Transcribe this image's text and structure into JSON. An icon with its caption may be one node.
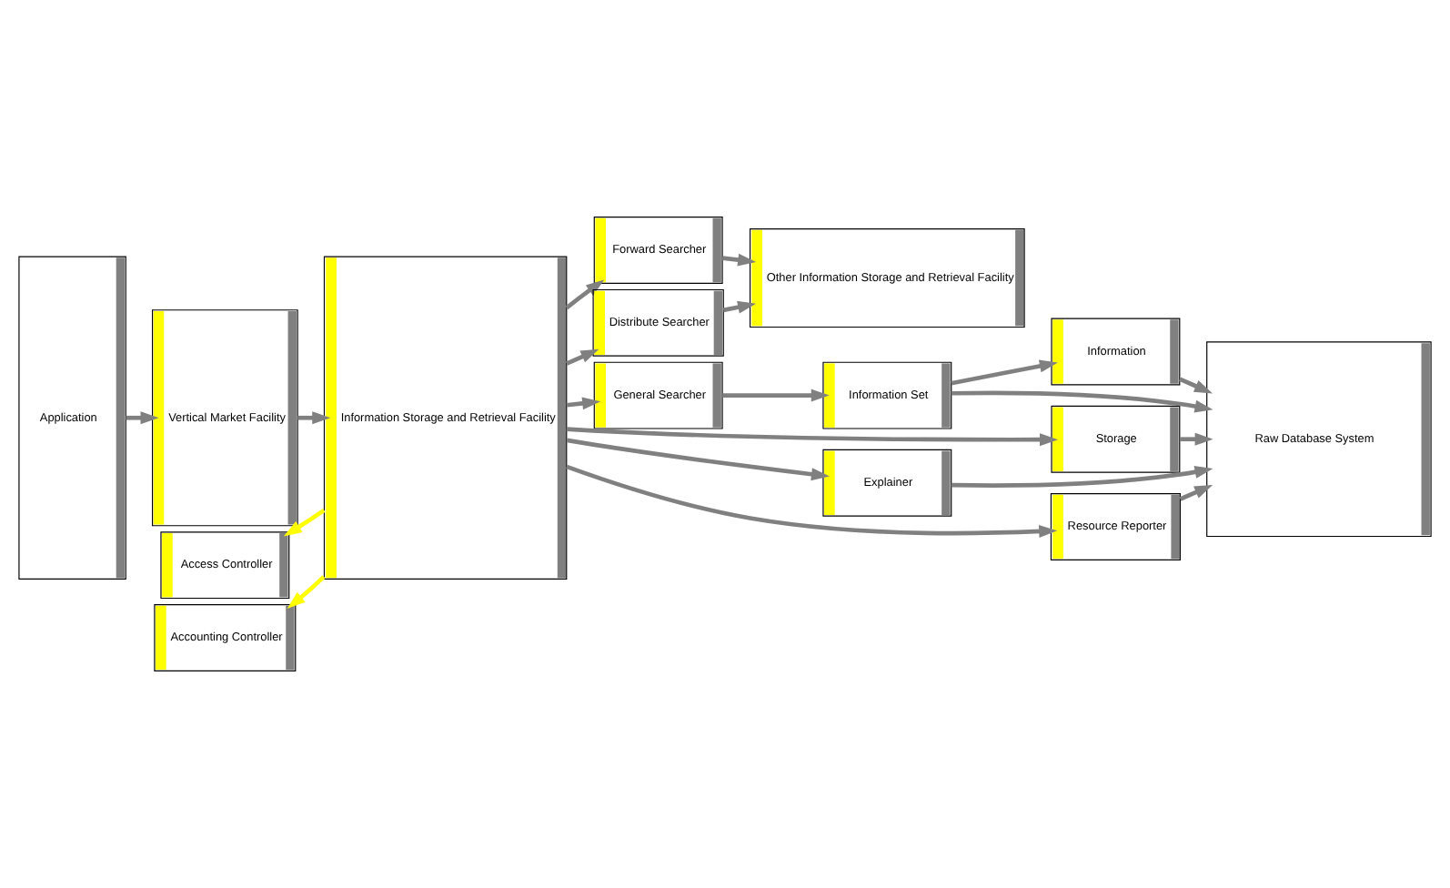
{
  "diagram": {
    "nodes": [
      {
        "text": [
          "Application"
        ]
      },
      {
        "text": [
          "Access Controller"
        ]
      },
      {
        "text": [
          "Accounting Controller"
        ]
      },
      {
        "text": [
          "Vertical Market Facility"
        ]
      },
      {
        "text": [
          "Information Storage and Retrieval Facility"
        ]
      },
      {
        "text": [
          "Forward Searcher"
        ]
      },
      {
        "text": [
          "Distribute Searcher"
        ]
      },
      {
        "text": [
          "General Searcher"
        ]
      },
      {
        "text": [
          "Storage"
        ]
      },
      {
        "text": [
          "Explainer"
        ]
      },
      {
        "text": [
          "Resource Reporter"
        ]
      },
      {
        "text": [
          "Other Information Storage and Retrieval Facility"
        ]
      },
      {
        "text": [
          "Information Set"
        ]
      },
      {
        "text": [
          "Information"
        ]
      },
      {
        "text": [
          "Raw Database System"
        ]
      }
    ],
    "edges": [
      {
        "from": 0,
        "to": 3,
        "arrow": "to"
      },
      {
        "from": 4,
        "to": 1,
        "arrow": "to",
        "color": "#ffff00"
      },
      {
        "from": 4,
        "to": 2,
        "arrow": "to",
        "color": "#ffff00"
      },
      {
        "from": 3,
        "to": 4,
        "arrow": "to"
      },
      {
        "from": 4,
        "to": 5,
        "arrow": "to"
      },
      {
        "from": 4,
        "to": 6,
        "arrow": "to"
      },
      {
        "from": 4,
        "to": 7,
        "arrow": "to"
      },
      {
        "from": 4,
        "to": 8,
        "arrow": "to"
      },
      {
        "from": 4,
        "to": 9,
        "arrow": "to"
      },
      {
        "from": 4,
        "to": 10,
        "arrow": "to"
      },
      {
        "from": 5,
        "to": 11,
        "arrow": "to"
      },
      {
        "from": 6,
        "to": 11,
        "arrow": "to"
      },
      {
        "from": 7,
        "to": 12,
        "arrow": "to"
      },
      {
        "from": 8,
        "to": 14,
        "arrow": "to"
      },
      {
        "from": 9,
        "to": 14,
        "arrow": "to"
      },
      {
        "from": 10,
        "to": 14,
        "arrow": "to"
      },
      {
        "from": 12,
        "to": 13,
        "arrow": "to"
      },
      {
        "from": 12,
        "to": 14,
        "arrow": "to"
      },
      {
        "from": 13,
        "to": 14,
        "arrow": "to"
      }
    ]
  }
}
